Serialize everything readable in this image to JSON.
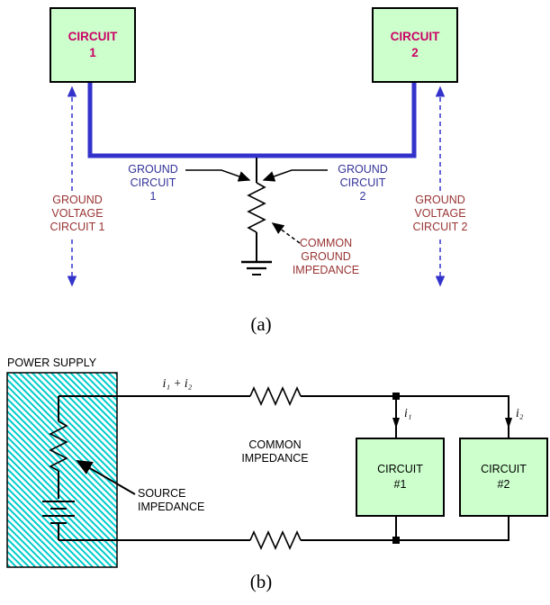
{
  "diagram_a": {
    "circuit1_label": "CIRCUIT\n1",
    "circuit2_label": "CIRCUIT\n2",
    "ground_circuit1_label": "GROUND\nCIRCUIT\n1",
    "ground_circuit2_label": "GROUND\nCIRCUIT\n2",
    "ground_voltage1_label": "GROUND\nVOLTAGE\nCIRCUIT 1",
    "ground_voltage2_label": "GROUND\nVOLTAGE\nCIRCUIT 2",
    "common_ground_impedance_label": "COMMON\nGROUND\nIMPEDANCE",
    "caption": "(a)"
  },
  "diagram_b": {
    "power_supply_label": "POWER SUPPLY",
    "current_sum_label": "i₁ + i₂",
    "current1_label": "i₁",
    "current2_label": "i₂",
    "common_impedance_label": "COMMON\nIMPEDANCE",
    "source_impedance_label": "SOURCE\nIMPEDANCE",
    "circuit1_label": "CIRCUIT\n#1",
    "circuit2_label": "CIRCUIT\n#2",
    "caption": "(b)"
  },
  "colors": {
    "circuit_box_fill": "#ccffcc",
    "circuit_title_text": "#cc0066",
    "bus_blue": "#3333cc",
    "label_blue": "#333399",
    "label_red": "#993333",
    "hatch_cyan": "#00cccc",
    "wire_black": "#000000"
  }
}
